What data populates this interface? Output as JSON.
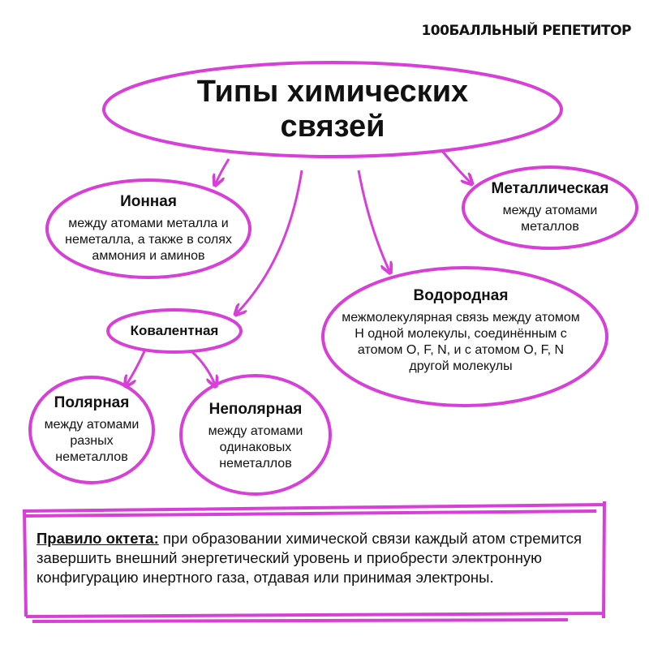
{
  "logo": "100БАЛЛЬНЫЙ РЕПЕТИТОР",
  "accent_color": "#d83fd8",
  "title": "Типы химических связей",
  "nodes": {
    "ionic": {
      "heading": "Ионная",
      "desc": "между атомами металла и неметалла, а также в солях аммония и аминов"
    },
    "metallic": {
      "heading": "Металлическая",
      "desc": "между атомами металлов"
    },
    "hydrogen": {
      "heading": "Водородная",
      "desc": "межмолекулярная связь между атомом H одной молекулы, соединённым с атомом O, F, N, и с атомом O, F, N другой молекулы"
    },
    "covalent": {
      "heading": "Ковалентная"
    },
    "polar": {
      "heading": "Полярная",
      "desc": "между атомами разных неметаллов"
    },
    "nonpolar": {
      "heading": "Неполярная",
      "desc": "между атомами одинаковых неметаллов"
    }
  },
  "rule": {
    "label": "Правило октета:",
    "text": " при образовании химической связи каждый атом стремится завершить внешний энергетический уровень и приобрести электронную конфигурацию инертного газа, отдавая или принимая электроны."
  }
}
